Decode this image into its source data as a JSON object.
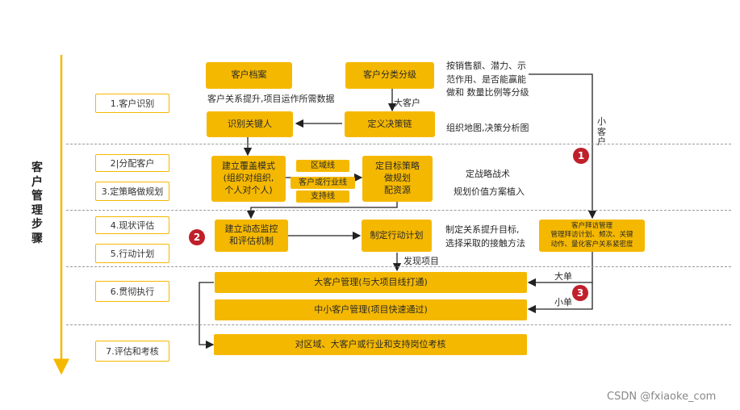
{
  "side_title": [
    "客",
    "户",
    "管",
    "理",
    "步",
    "骤"
  ],
  "stages": {
    "s1": "1.客户识别",
    "s2": "2|分配客户",
    "s3": "3.定策略做规划",
    "s4": "4.现状评估",
    "s5": "5.行动计划",
    "s6": "6.贯彻执行",
    "s7": "7.评估和考核"
  },
  "boxes": {
    "customer_profile": "客户档案",
    "customer_grading": "客户分类分级",
    "identify_key_person": "识别关键人",
    "define_decision_chain": "定义决策链",
    "build_coverage_mode": [
      "建立覆盖模式",
      "(组织对组织,",
      "个人对个人)"
    ],
    "region_line": "区域线",
    "customer_industry_line": "客户或行业线",
    "support_line": "支持线",
    "set_target_strategy": [
      "定目标策略",
      "做规划",
      "配资源"
    ],
    "build_monitoring": [
      "建立动态监控",
      "和评估机制"
    ],
    "make_action_plan": "制定行动计划",
    "visit_management": [
      "客户拜访管理",
      "管理拜访计划、频次、关键",
      "动作、量化客户关系紧密度"
    ],
    "key_account_mgmt": "大客户管理(与大项目线打通)",
    "sme_mgmt": "中小客户管理(项目快速通过)",
    "assessment": "对区域、大客户或行业和支持岗位考核"
  },
  "notes": {
    "grading_desc": [
      "按销售额、潜力、示",
      "范作用、是否能赢能",
      "做和 数量比例等分级"
    ],
    "relationship_note": "客户关系提升,项目运作所需数据",
    "big_customer": "大客户",
    "org_map": "组织地图,决策分析图",
    "small_customer": [
      "小",
      "客",
      "户"
    ],
    "set_strategy_tactics": "定战略战术",
    "plan_value": "规划价值方案植入",
    "make_target": [
      "制定关系提升目标,",
      "选择采取的接触方法"
    ],
    "find_project": "发现项目",
    "big_order": "大单",
    "small_order": "小单"
  },
  "markers": {
    "m1": "1",
    "m2": "2",
    "m3": "3"
  },
  "watermark": "CSDN @fxiaoke_com",
  "colors": {
    "accent": "#f5b800",
    "marker": "#c0202a",
    "arrow": "#222222"
  }
}
